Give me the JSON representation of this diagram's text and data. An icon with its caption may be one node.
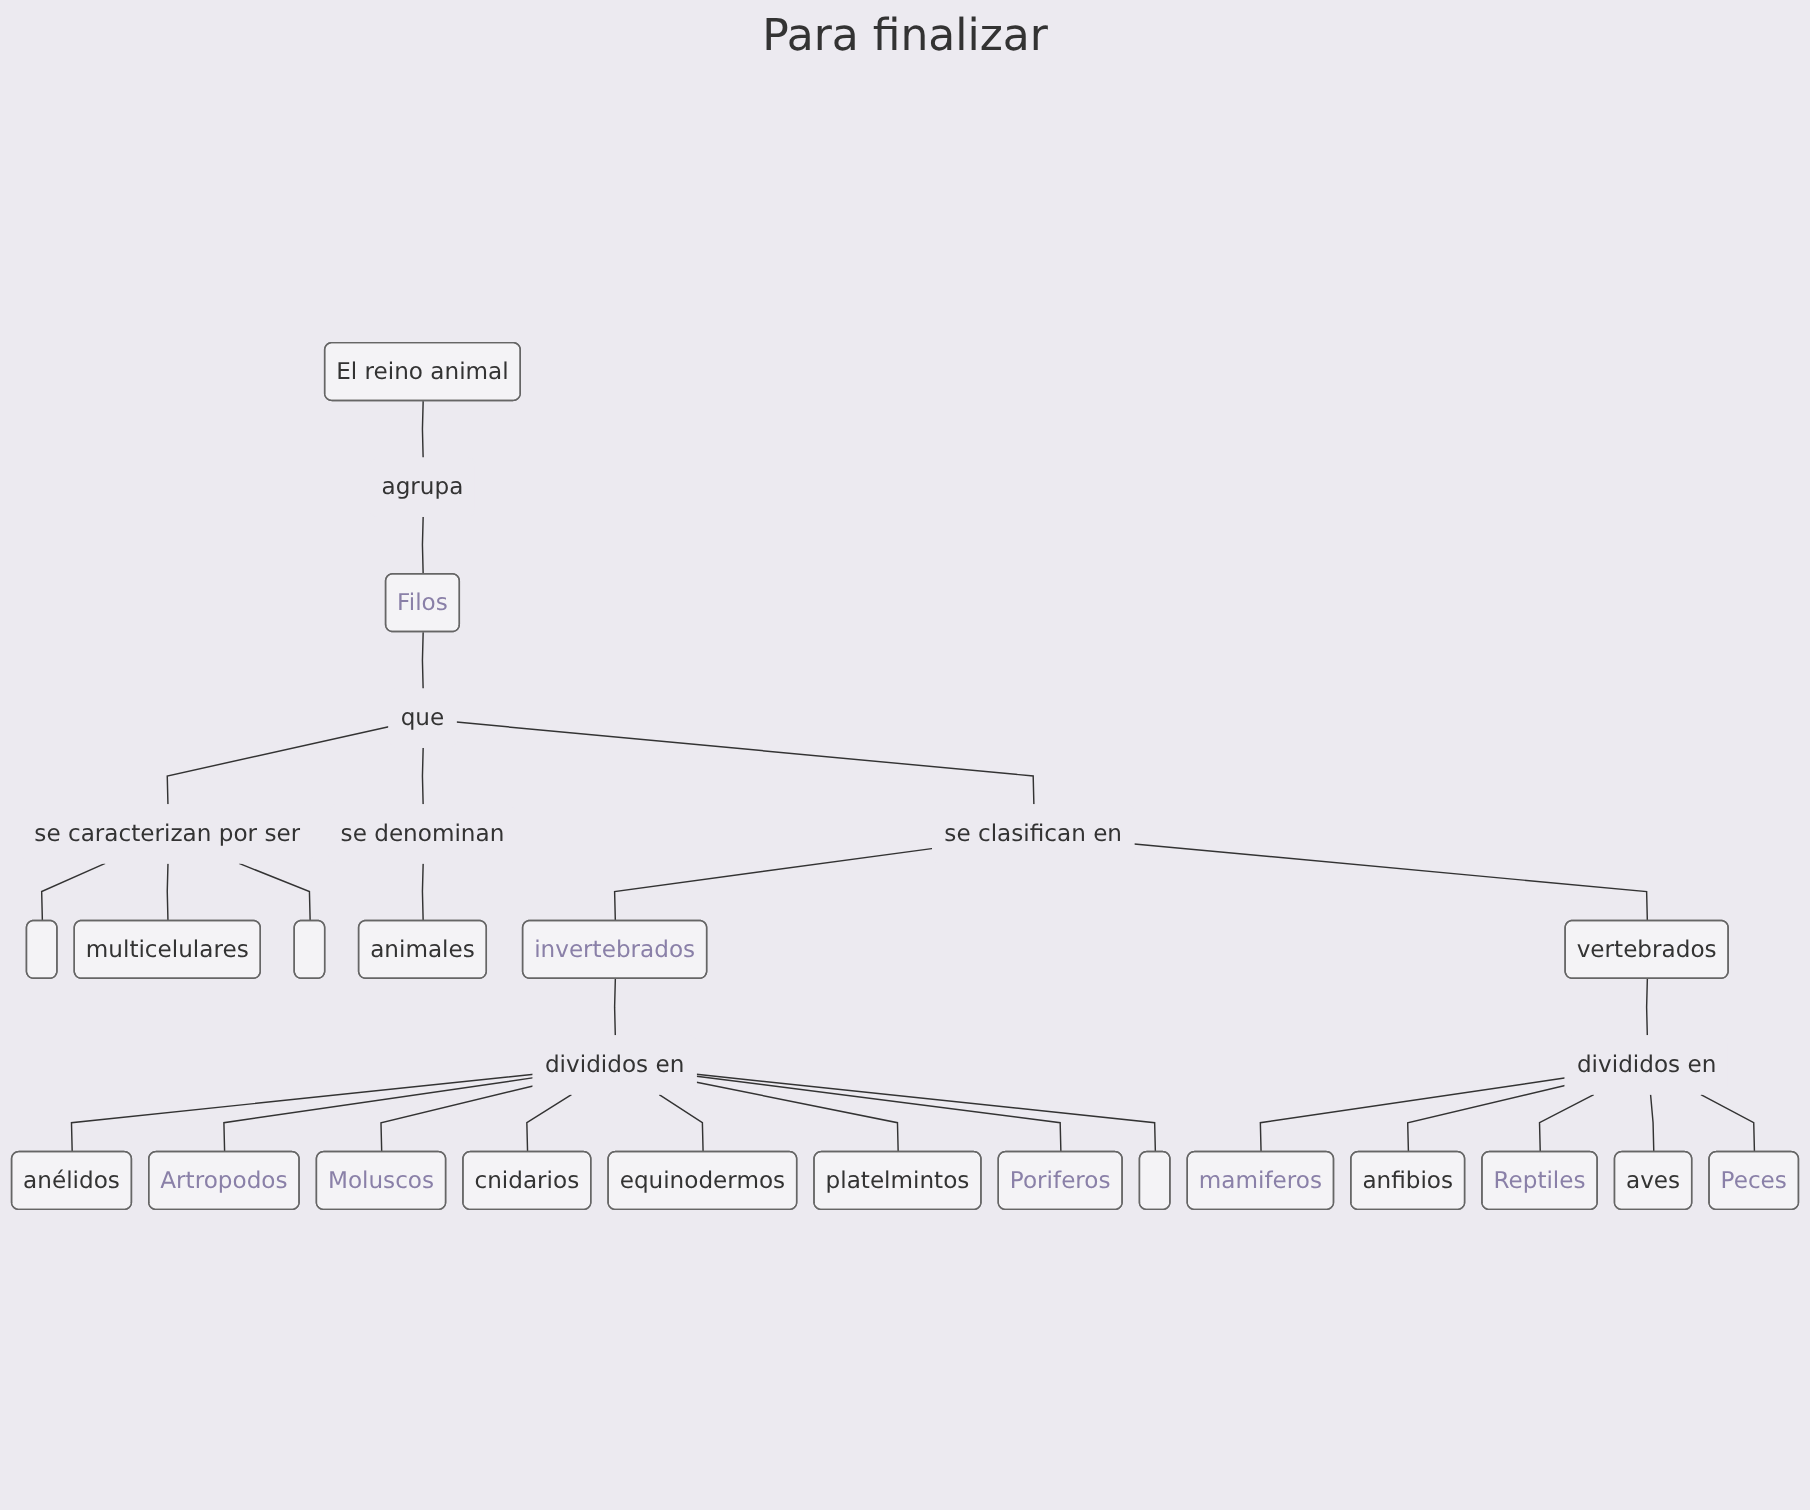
{
  "diagram": {
    "title": "Para finalizar",
    "nodes": [
      {
        "text": [
          "El reino animal"
        ]
      },
      {
        "text": [
          "agrupa"
        ]
      },
      {
        "text": [
          "Filos"
        ]
      },
      {
        "text": [
          "que"
        ]
      },
      {
        "text": [
          "se caracterizan por ser"
        ]
      },
      {
        "text": [
          "se denominan"
        ]
      },
      {
        "text": [
          "se clasifican en"
        ]
      },
      {
        "text": [],
        "shape": "box"
      },
      {
        "text": [
          "multicelulares"
        ]
      },
      {
        "text": [],
        "shape": "box"
      },
      {
        "text": [
          "animales"
        ]
      },
      {
        "text": [
          "invertebrados"
        ]
      },
      {
        "text": [
          "vertebrados"
        ]
      },
      {
        "text": [
          "divididos en"
        ]
      },
      {
        "text": [
          "divididos en"
        ]
      },
      {
        "text": [
          "anélidos"
        ]
      },
      {
        "text": [
          "Artropodos"
        ]
      },
      {
        "text": [
          "Moluscos"
        ]
      },
      {
        "text": [
          "cnidarios"
        ]
      },
      {
        "text": [
          "equinodermos"
        ]
      },
      {
        "text": [
          "platelmintos"
        ]
      },
      {
        "text": [
          "Poriferos"
        ]
      },
      {
        "text": [],
        "shape": "box"
      },
      {
        "text": [
          "mamiferos"
        ]
      },
      {
        "text": [
          "anfibios"
        ]
      },
      {
        "text": [
          "Reptiles"
        ]
      },
      {
        "text": [
          "aves"
        ]
      },
      {
        "text": [
          "Peces"
        ]
      }
    ],
    "edges": [
      {
        "from": 0,
        "to": 1,
        "arrow": "none"
      },
      {
        "from": 1,
        "to": 2,
        "arrow": "none"
      },
      {
        "from": 2,
        "to": 3,
        "arrow": "none"
      },
      {
        "from": 3,
        "to": 4,
        "arrow": "none"
      },
      {
        "from": 3,
        "to": 5,
        "arrow": "none"
      },
      {
        "from": 3,
        "to": 6,
        "arrow": "none"
      },
      {
        "from": 4,
        "to": 7,
        "arrow": "none"
      },
      {
        "from": 4,
        "to": 8,
        "arrow": "none"
      },
      {
        "from": 4,
        "to": 9,
        "arrow": "none"
      },
      {
        "from": 5,
        "to": 10,
        "arrow": "none"
      },
      {
        "from": 6,
        "to": 11,
        "arrow": "none"
      },
      {
        "from": 6,
        "to": 12,
        "arrow": "none"
      },
      {
        "from": 11,
        "to": 13,
        "arrow": "none"
      },
      {
        "from": 12,
        "to": 14,
        "arrow": "none"
      },
      {
        "from": 13,
        "to": 15,
        "arrow": "none"
      },
      {
        "from": 13,
        "to": 16,
        "arrow": "none"
      },
      {
        "from": 13,
        "to": 17,
        "arrow": "none"
      },
      {
        "from": 13,
        "to": 18,
        "arrow": "none"
      },
      {
        "from": 13,
        "to": 19,
        "arrow": "none"
      },
      {
        "from": 13,
        "to": 20,
        "arrow": "none"
      },
      {
        "from": 13,
        "to": 21,
        "arrow": "none"
      },
      {
        "from": 13,
        "to": 22,
        "arrow": "none"
      },
      {
        "from": 14,
        "to": 23,
        "arrow": "none"
      },
      {
        "from": 14,
        "to": 24,
        "arrow": "none"
      },
      {
        "from": 14,
        "to": 25,
        "arrow": "none"
      },
      {
        "from": 14,
        "to": 26,
        "arrow": "none"
      },
      {
        "from": 14,
        "to": 27,
        "arrow": "none"
      }
    ]
  }
}
